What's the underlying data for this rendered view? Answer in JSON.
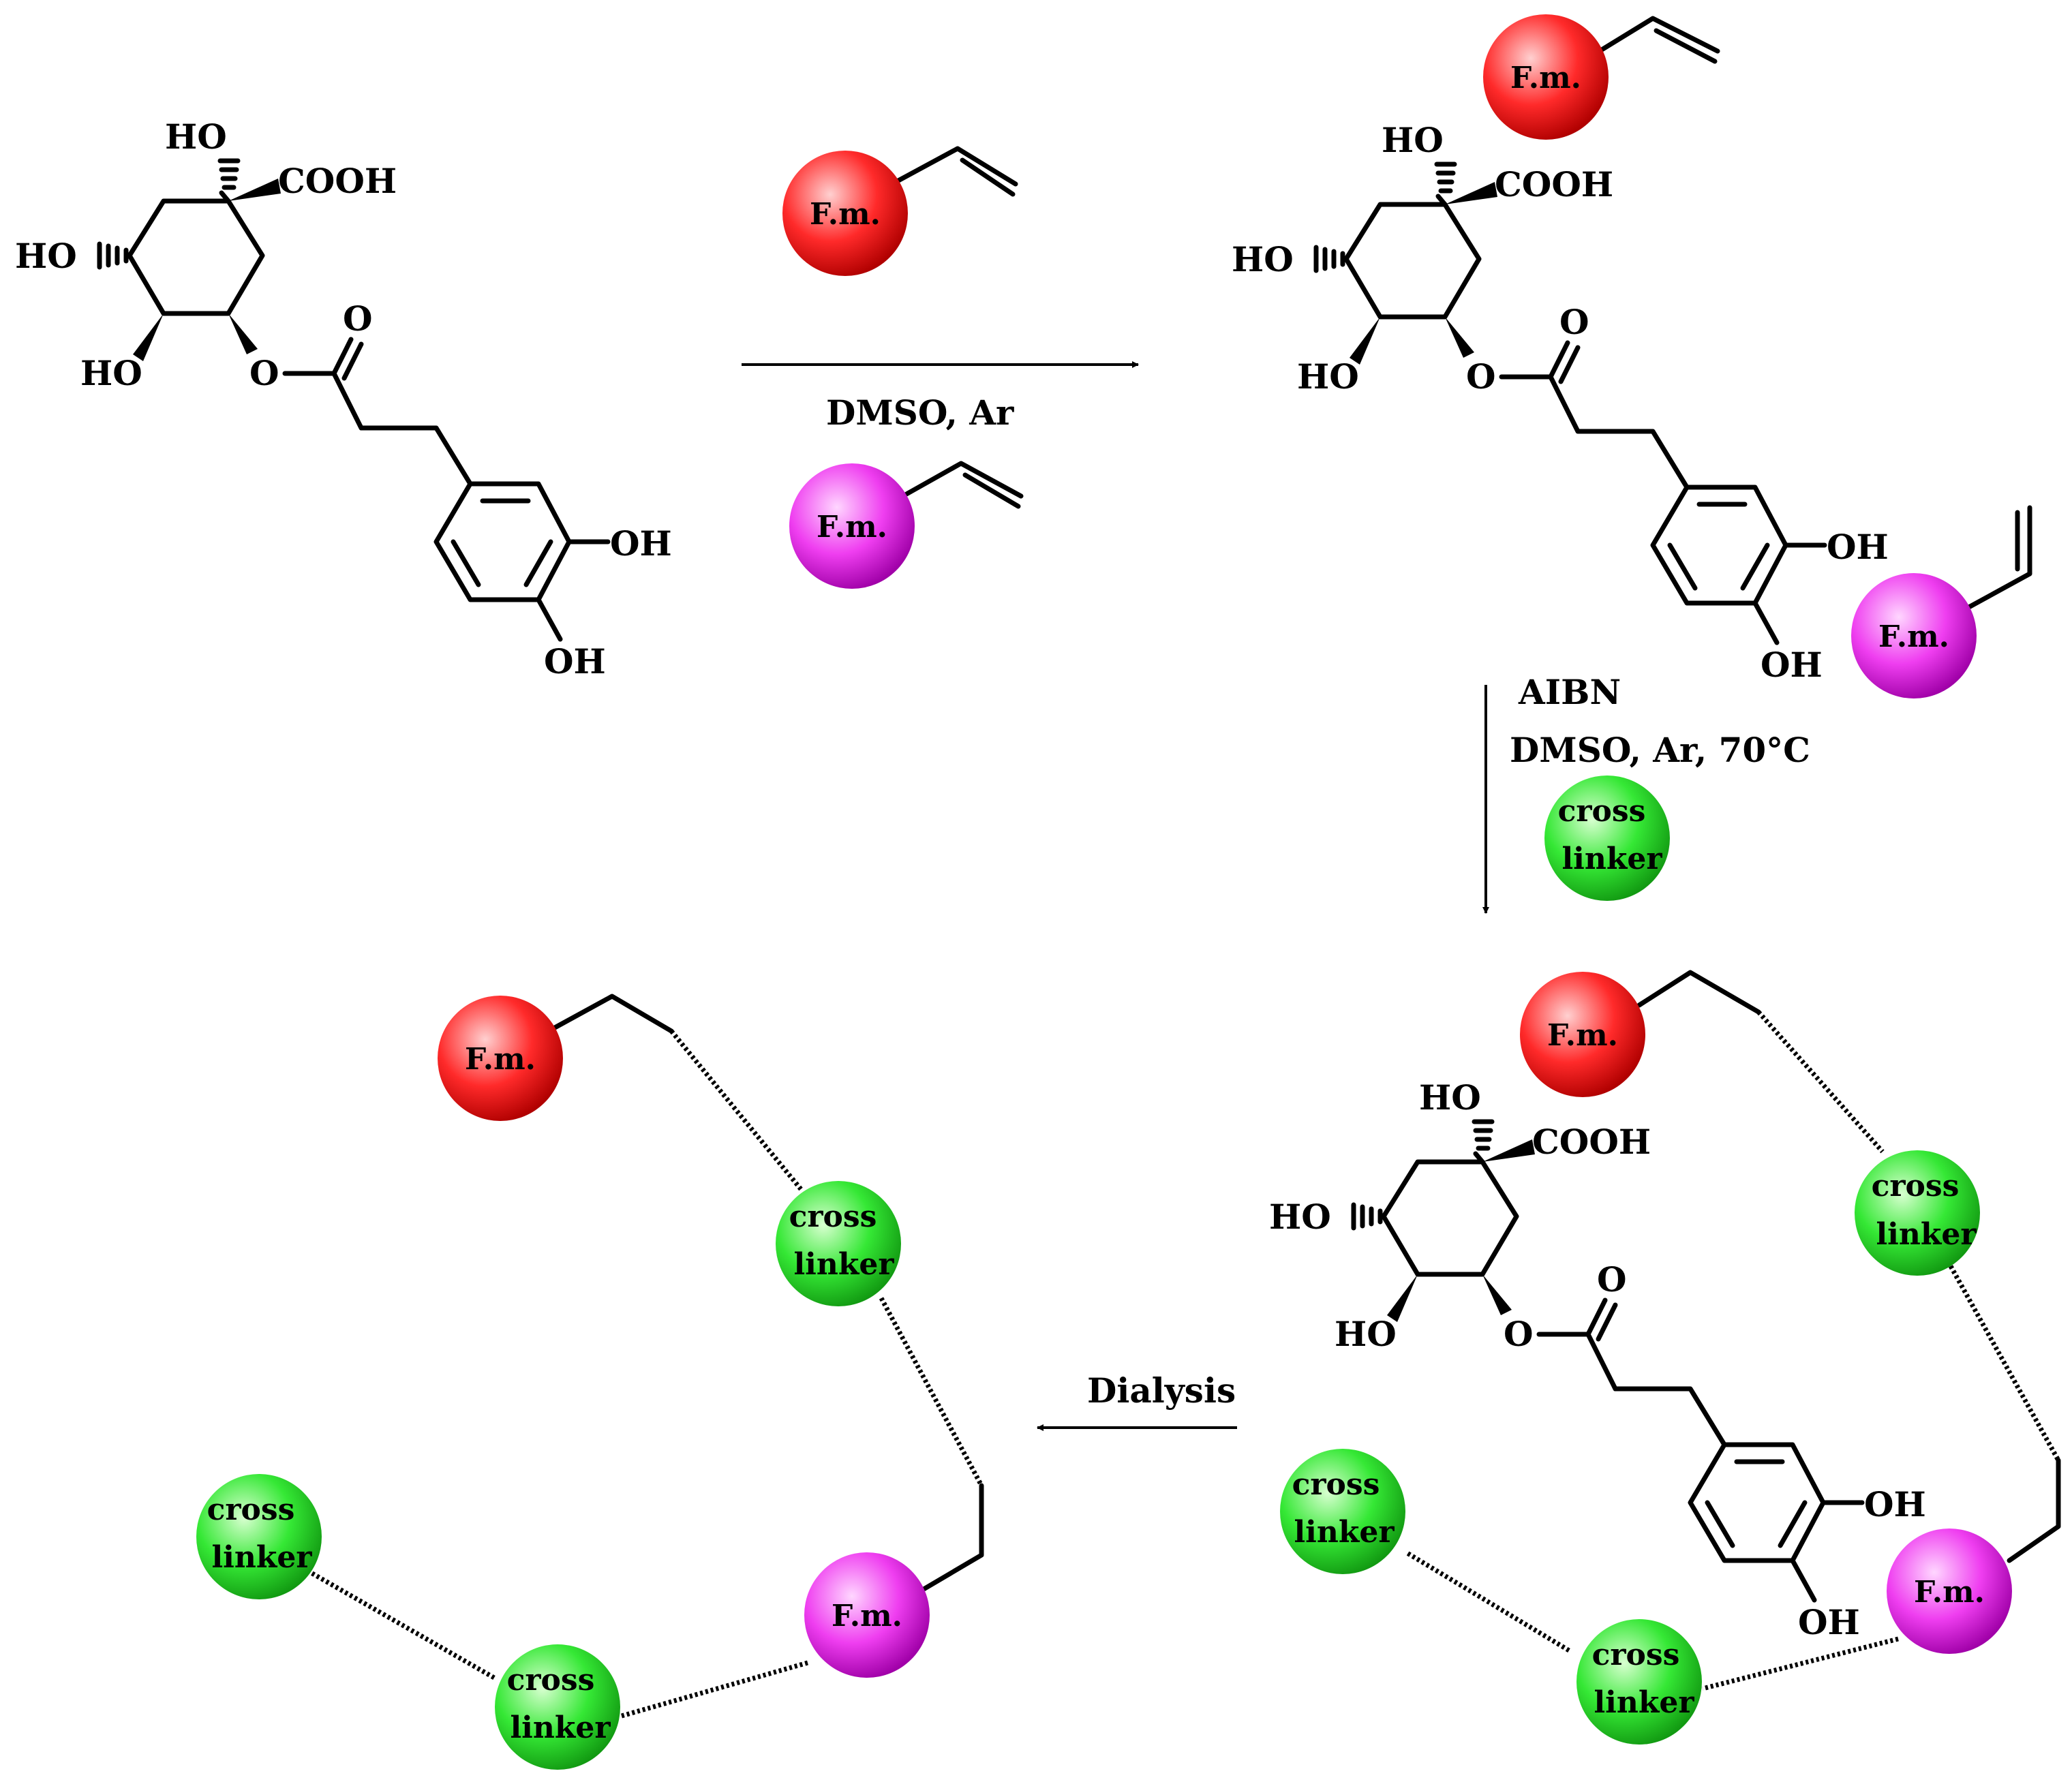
{
  "colors": {
    "fm_red_light": "#ffd0d0",
    "fm_red": "#ff2a2a",
    "fm_red_dark": "#b00000",
    "fm_magenta_light": "#ffd6ff",
    "fm_magenta": "#ef3ef0",
    "fm_magenta_dark": "#a000a8",
    "crosslinker_light": "#d8ffd0",
    "crosslinker": "#35e835",
    "crosslinker_dark": "#129a12"
  },
  "labels": {
    "fm": "F.m.",
    "cross": "cross",
    "linker": "linker"
  },
  "atoms": {
    "ho": "HO",
    "oh": "OH",
    "cooh": "COOH",
    "o": "O"
  },
  "conditions": {
    "step1": "DMSO, Ar",
    "step2_line1": "AIBN",
    "step2_line2": "DMSO, Ar, 70°C",
    "step3": "Dialysis"
  }
}
